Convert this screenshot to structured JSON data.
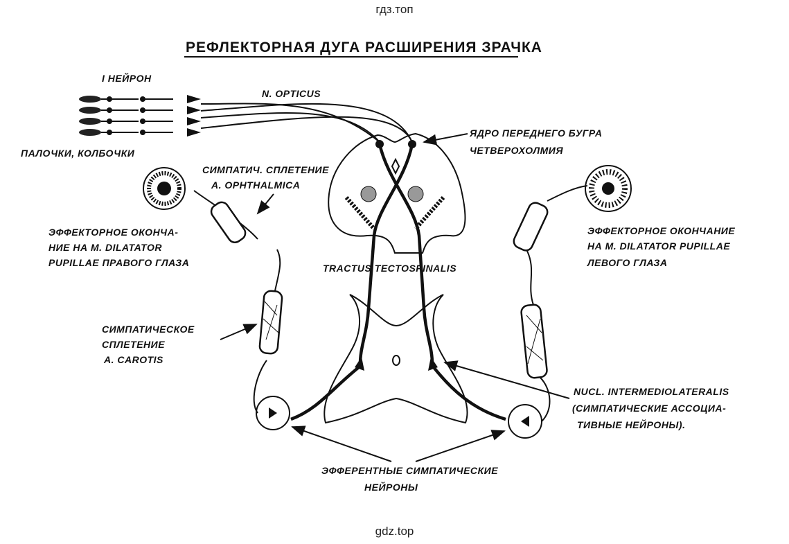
{
  "watermark_top": "гдз.топ",
  "watermark_bottom": "gdz.top",
  "title": "РЕФЛЕКТОРНАЯ ДУГА РАСШИРЕНИЯ ЗРАЧКА",
  "labels": {
    "neuron1": "I НЕЙРОН",
    "optic_nerve": "N. OPTICUS",
    "receptors": "ПАЛОЧКИ, КОЛБОЧКИ",
    "nucleus": [
      "ЯДРО ПЕРЕДНЕГО БУГРА",
      "ЧЕТВЕРОХОЛМИЯ"
    ],
    "plexus_ophthalmic": [
      "СИМПАТИЧ. СПЛЕТЕНИЕ",
      "A. OPHTHALMICA"
    ],
    "effector_right": [
      "ЭФФЕКТОРНОЕ ОКОНЧА-",
      "НИЕ НА M. DILATATOR",
      "PUPILLAE ПРАВОГО ГЛАЗА"
    ],
    "effector_left": [
      "ЭФФЕКТОРНОЕ ОКОНЧАНИЕ",
      "НА M. DILATATOR PUPILLAE",
      "ЛЕВОГО ГЛАЗА"
    ],
    "tract": "TRACTUS TECTOSPINALIS",
    "plexus_carotid": [
      "СИМПАТИЧЕСКОЕ",
      "СПЛЕТЕНИЕ",
      "A. CAROTIS"
    ],
    "nucl_intermediolat": [
      "NUCL. INTERMEDIOLATERALIS",
      "(СИМПАТИЧЕСКИЕ АССОЦИА-",
      "ТИВНЫЕ НЕЙРОНЫ)."
    ],
    "efferent": [
      "ЭФФЕРЕНТНЫЕ СИМПАТИЧЕСКИЕ",
      "НЕЙРОНЫ"
    ]
  }
}
